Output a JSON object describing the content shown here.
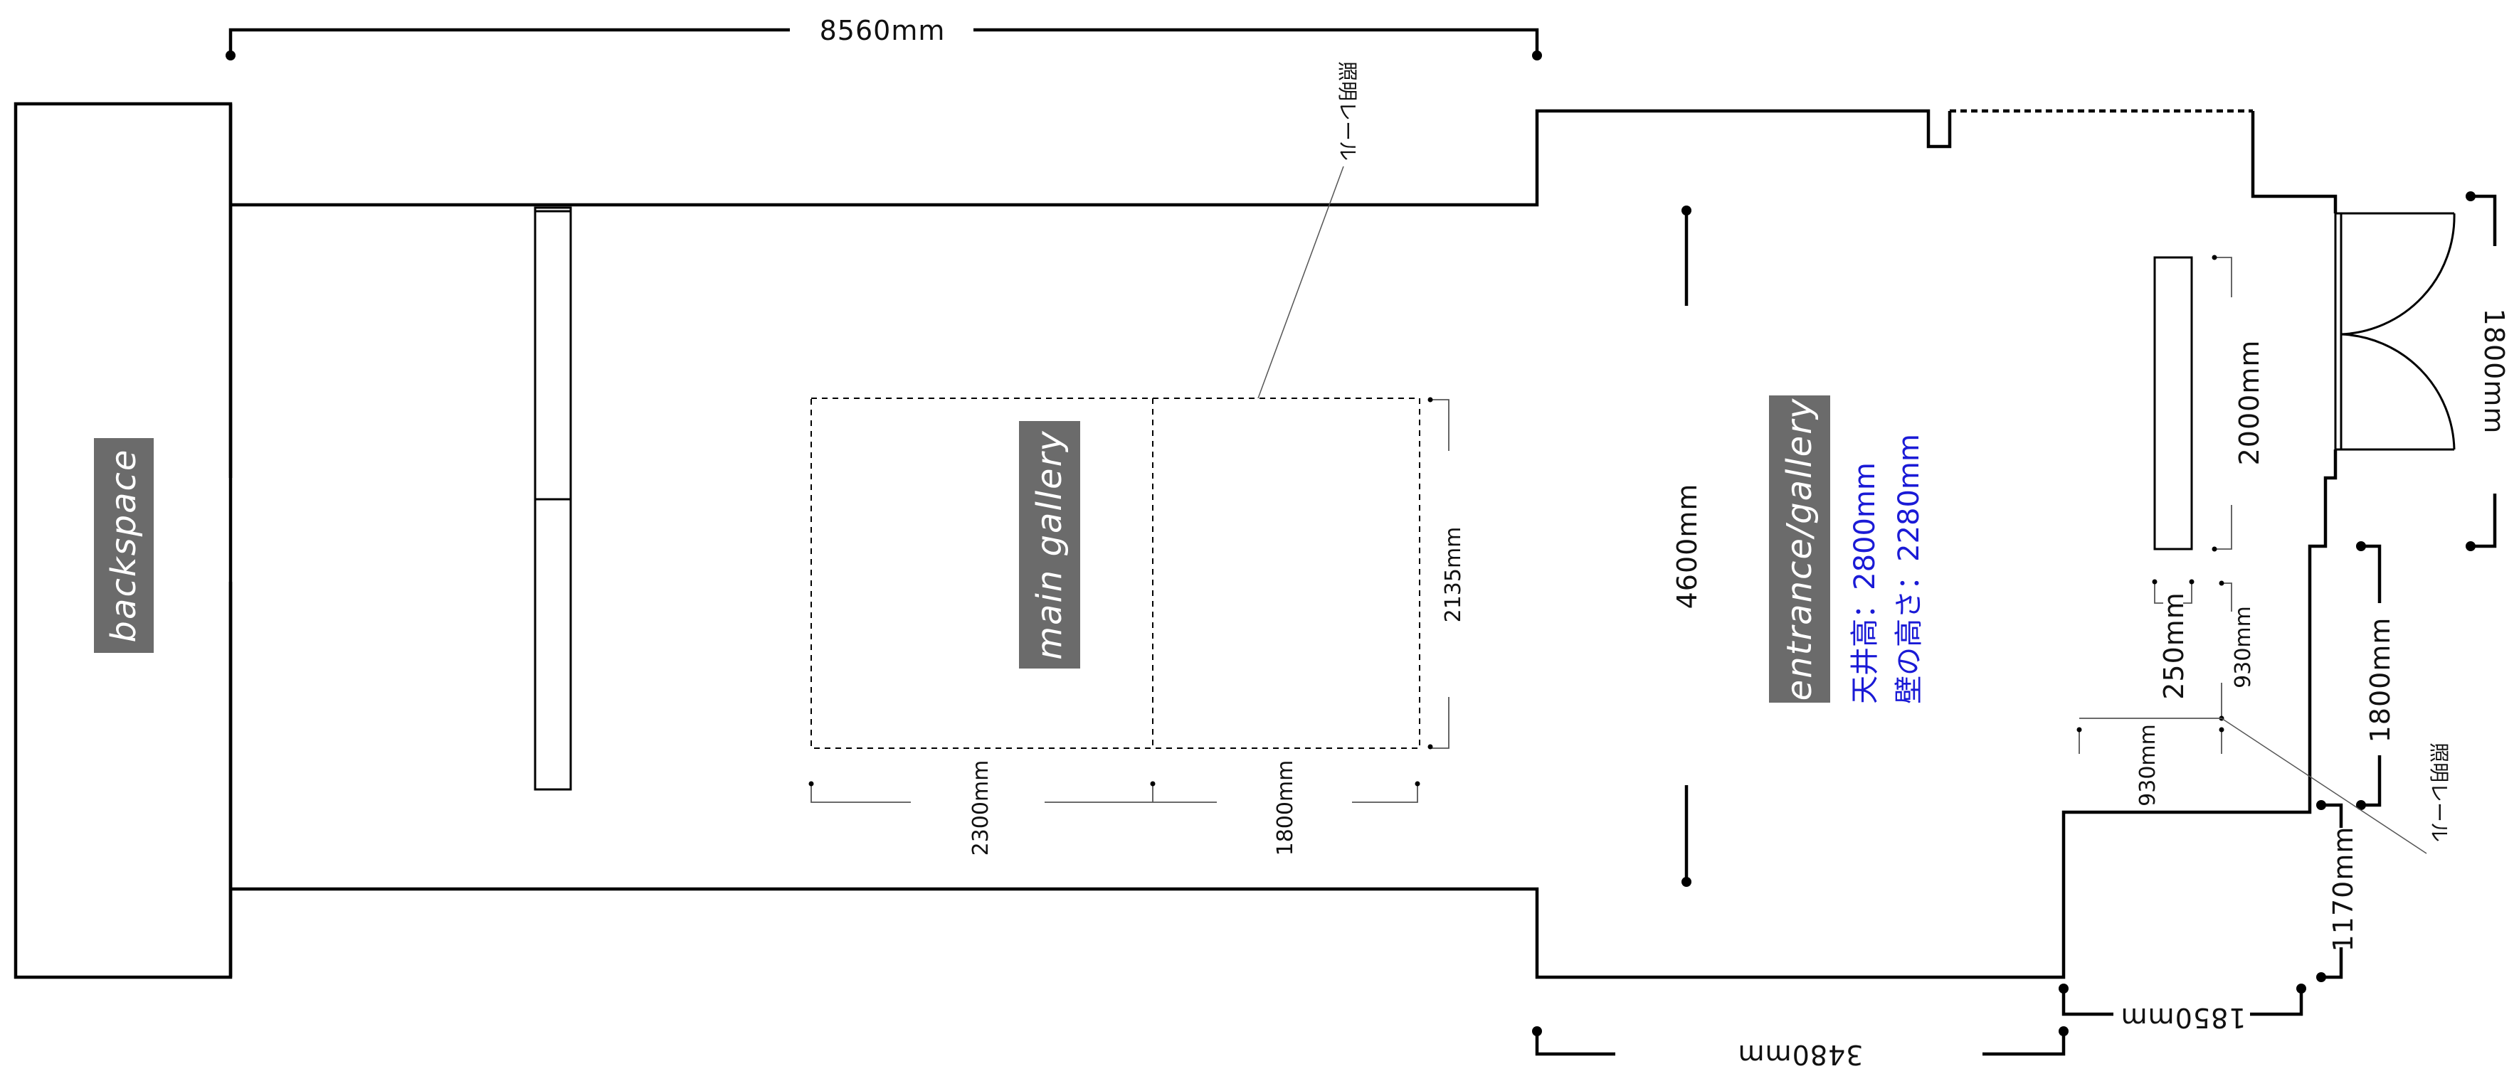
{
  "accent_color": "#1a1ad6",
  "rooms": {
    "backspace": "backspace",
    "main_gallery": "main gallery",
    "entrance_gallery": "entrance/gallery"
  },
  "info": {
    "ceiling_height": "天井高：2800mm",
    "wall_height": "壁の高さ：2280mm"
  },
  "dimensions": {
    "overall_width": "8560mm",
    "entrance_depth": "4600mm",
    "gallery_height": "2135mm",
    "gallery_left_width": "2300mm",
    "gallery_right_width": "1800mm",
    "panel_length": "2000mm",
    "door_width_top": "1800mm",
    "door_width_right": "1800mm",
    "offset_250": "250mm",
    "offset_930_a": "930mm",
    "offset_930_b": "930mm",
    "step_1170": "1170mm",
    "bottom_1850": "1850mm",
    "bottom_3480": "3480mm"
  },
  "annotations": {
    "rail_top": "照明レール",
    "rail_right": "照明レール"
  }
}
